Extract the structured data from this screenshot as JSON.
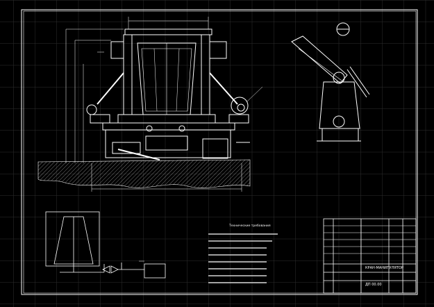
{
  "drawing": {
    "notes_title": "Технические требования",
    "title_block_name": "КРАН-МАНИПУЛЯТОР",
    "title_block_code": "ДП 00.00"
  },
  "colors": {
    "background": "#000000",
    "grid": "#2e2e2e",
    "lines": "#ffffff",
    "ground": "#8a8a8a"
  }
}
